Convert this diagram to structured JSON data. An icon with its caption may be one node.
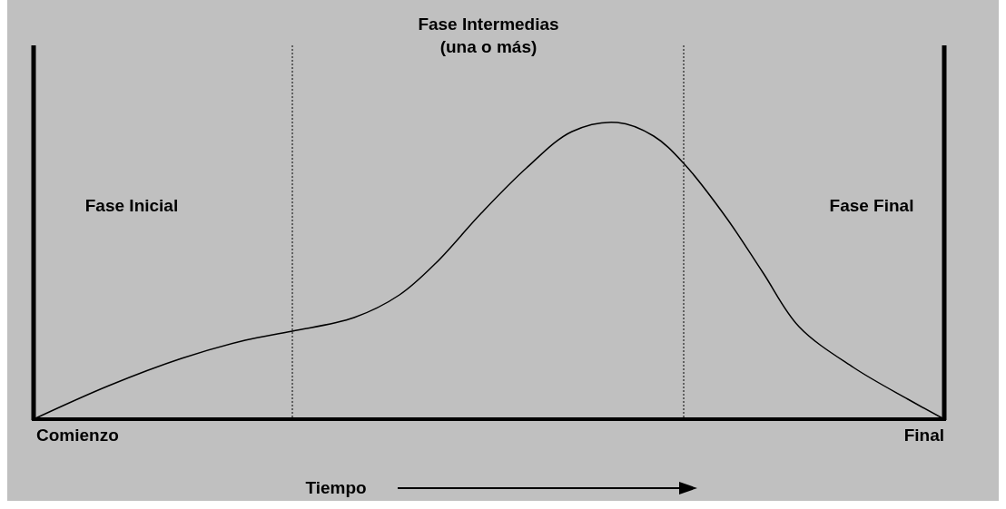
{
  "diagram": {
    "labels": [
      "Fase Intermedias (una o más)",
      "Fase Inicial",
      "Fase Final",
      "Comienzo",
      "Final",
      "Tiempo"
    ]
  }
}
